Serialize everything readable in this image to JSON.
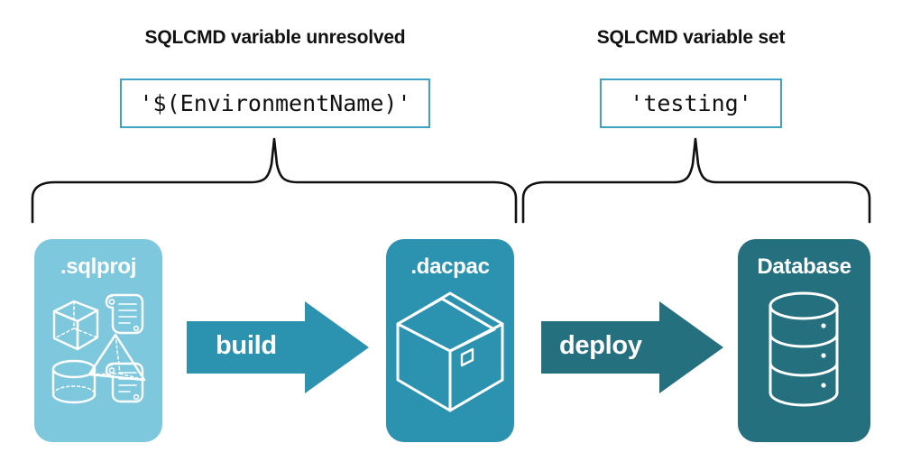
{
  "diagram": {
    "title_left": "SQLCMD variable unresolved",
    "title_right": "SQLCMD variable set",
    "value_left": "'$(EnvironmentName)'",
    "value_right": "'testing'",
    "stages": [
      {
        "id": "sqlproj",
        "label": ".sqlproj",
        "color": "#7EC8DE"
      },
      {
        "id": "dacpac",
        "label": ".dacpac",
        "color": "#2B93B0"
      },
      {
        "id": "database",
        "label": "Database",
        "color": "#25707F"
      }
    ],
    "arrows": [
      {
        "id": "build",
        "label": "build",
        "color": "#2B93B0"
      },
      {
        "id": "deploy",
        "label": "deploy",
        "color": "#25707F"
      }
    ],
    "colors": {
      "box_border": "#3FA3C4",
      "brace_stroke": "#111111",
      "text": "#111111",
      "icon_stroke": "#ffffff",
      "background": "#ffffff"
    },
    "icons": {
      "sqlproj": [
        "cube-icon",
        "scroll-icon",
        "pyramid-icon",
        "cylinder-icon",
        "scroll-icon"
      ],
      "dacpac": "package-box-icon",
      "database": "database-cylinder-icon"
    }
  }
}
